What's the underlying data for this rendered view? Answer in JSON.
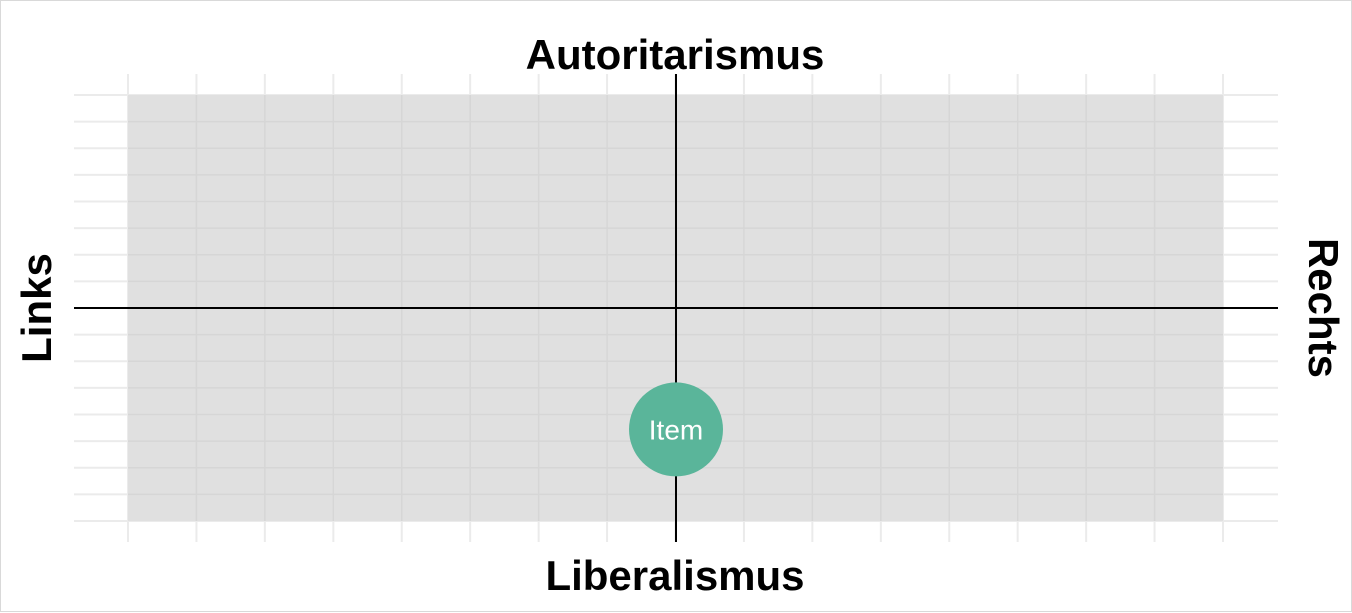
{
  "chart_data": {
    "type": "scatter",
    "title": "",
    "labels": {
      "top": "Autoritarismus",
      "bottom": "Liberalismus",
      "left": "Links",
      "right": "Rechts"
    },
    "xlim": [
      -1,
      1
    ],
    "ylim": [
      -1,
      1
    ],
    "grid": true,
    "panel_color": "#e0e0e0",
    "point_color": "#5ab59a",
    "points": [
      {
        "label": "Item",
        "x": 0.0,
        "y": -0.57
      }
    ]
  }
}
